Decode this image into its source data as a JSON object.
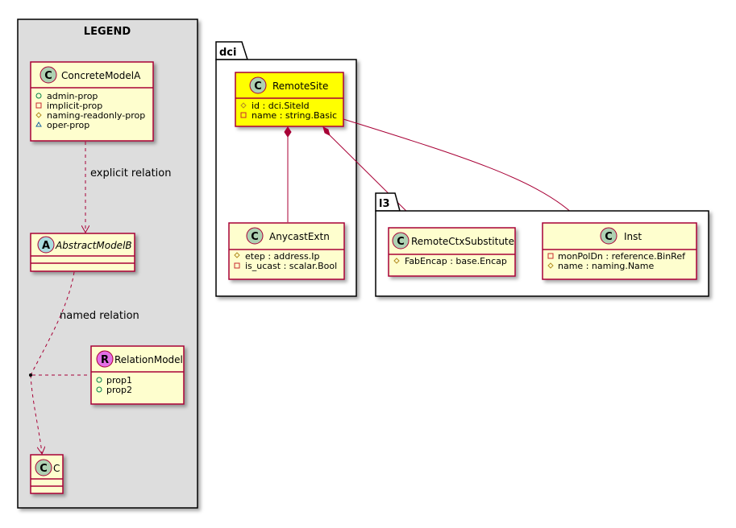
{
  "legend": {
    "title": "LEGEND",
    "concrete": {
      "letter": "C",
      "name": "ConcreteModelA",
      "attrs": [
        {
          "vis": "+",
          "text": "admin-prop"
        },
        {
          "vis": "-",
          "text": "implicit-prop"
        },
        {
          "vis": "#",
          "text": "naming-readonly-prop"
        },
        {
          "vis": "~",
          "text": "oper-prop"
        }
      ]
    },
    "abstract": {
      "letter": "A",
      "name": "AbstractModelB"
    },
    "relation_model": {
      "letter": "R",
      "name": "RelationModel",
      "attrs": [
        {
          "vis": "+",
          "text": "prop1"
        },
        {
          "vis": "+",
          "text": "prop2"
        }
      ]
    },
    "c_class": {
      "letter": "C",
      "name": "C"
    },
    "explicit_label": "explicit relation",
    "named_label": "named relation"
  },
  "dci": {
    "package_name": "dci",
    "remote_site": {
      "letter": "C",
      "name": "RemoteSite",
      "attrs": [
        {
          "vis": "#",
          "text": "id : dci.SiteId"
        },
        {
          "vis": "-",
          "text": "name : string.Basic"
        }
      ]
    },
    "anycast": {
      "letter": "C",
      "name": "AnycastExtn",
      "attrs": [
        {
          "vis": "#",
          "text": "etep : address.Ip"
        },
        {
          "vis": "-",
          "text": "is_ucast : scalar.Bool"
        }
      ]
    }
  },
  "l3": {
    "package_name": "l3",
    "remote_ctx": {
      "letter": "C",
      "name": "RemoteCtxSubstitute",
      "attrs": [
        {
          "vis": "#",
          "text": "FabEncap : base.Encap"
        }
      ]
    },
    "inst": {
      "letter": "C",
      "name": "Inst",
      "attrs": [
        {
          "vis": "-",
          "text": "monPolDn : reference.BinRef"
        },
        {
          "vis": "#",
          "text": "name : naming.Name"
        }
      ]
    }
  },
  "colors": {
    "border": "#a80036",
    "class_fill": "#fefece",
    "highlight_fill": "#ffff00",
    "legend_fill": "#dddddd",
    "spot_class": "#add1b2",
    "spot_abstract": "#a9dcdf",
    "spot_relation": "#e36fe6"
  }
}
